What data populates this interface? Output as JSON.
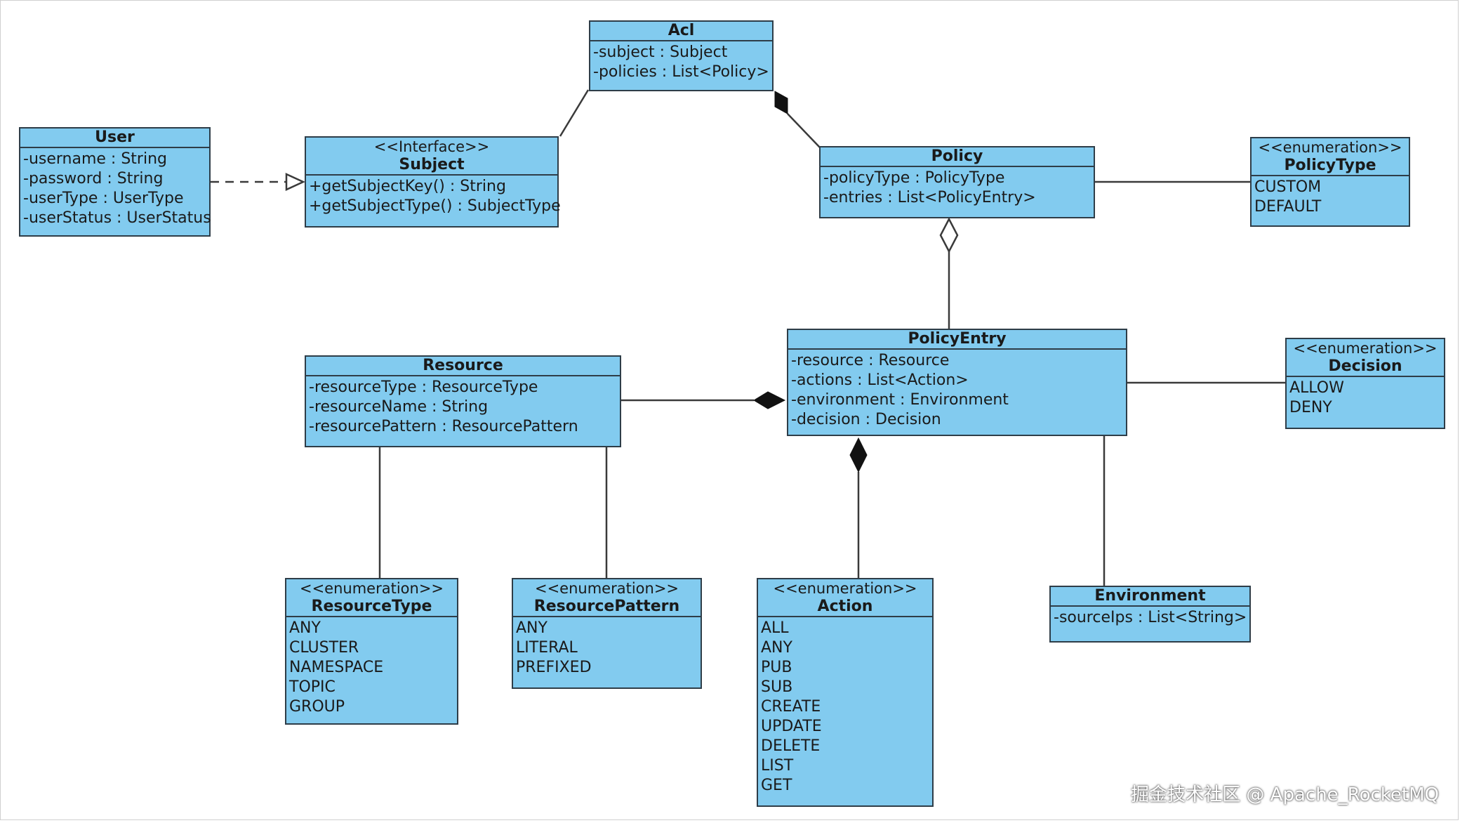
{
  "classes": {
    "acl": {
      "name": "Acl",
      "members": [
        "-subject : Subject",
        "-policies : List<Policy>"
      ]
    },
    "user": {
      "name": "User",
      "members": [
        "-username : String",
        "-password : String",
        "-userType : UserType",
        "-userStatus : UserStatus"
      ]
    },
    "subject": {
      "stereotype": "<<Interface>>",
      "name": "Subject",
      "members": [
        "+getSubjectKey() : String",
        "+getSubjectType() : SubjectType"
      ]
    },
    "policy": {
      "name": "Policy",
      "members": [
        "-policyType : PolicyType",
        "-entries : List<PolicyEntry>"
      ]
    },
    "policy_type": {
      "stereotype": "<<enumeration>>",
      "name": "PolicyType",
      "members": [
        "CUSTOM",
        "DEFAULT"
      ]
    },
    "policy_entry": {
      "name": "PolicyEntry",
      "members": [
        "-resource : Resource",
        "-actions : List<Action>",
        "-environment : Environment",
        "-decision : Decision"
      ]
    },
    "decision": {
      "stereotype": "<<enumeration>>",
      "name": "Decision",
      "members": [
        "ALLOW",
        "DENY"
      ]
    },
    "resource": {
      "name": "Resource",
      "members": [
        "-resourceType : ResourceType",
        "-resourceName : String",
        "-resourcePattern : ResourcePattern"
      ]
    },
    "resource_type": {
      "stereotype": "<<enumeration>>",
      "name": "ResourceType",
      "members": [
        "ANY",
        "CLUSTER",
        "NAMESPACE",
        "TOPIC",
        "GROUP"
      ]
    },
    "resource_pattern": {
      "stereotype": "<<enumeration>>",
      "name": "ResourcePattern",
      "members": [
        "ANY",
        "LITERAL",
        "PREFIXED"
      ]
    },
    "action": {
      "stereotype": "<<enumeration>>",
      "name": "Action",
      "members": [
        "ALL",
        "ANY",
        "PUB",
        "SUB",
        "CREATE",
        "UPDATE",
        "DELETE",
        "LIST",
        "GET"
      ]
    },
    "environment": {
      "name": "Environment",
      "members": [
        "-sourceIps : List<String>"
      ]
    }
  },
  "watermark": "掘金技术社区 @ Apache_RocketMQ",
  "colors": {
    "class_fill": "#82cbef",
    "class_border": "#2e3d48",
    "line": "#3a3a3a"
  }
}
